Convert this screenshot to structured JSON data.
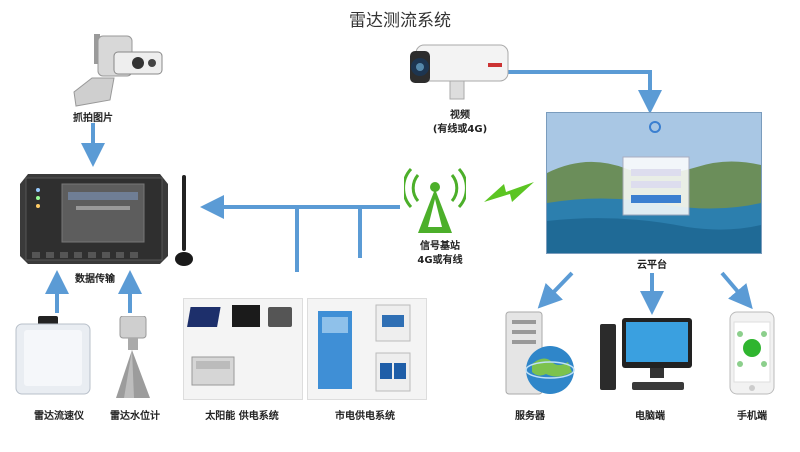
{
  "title": "雷达测流系统",
  "labels": {
    "snapshot": "抓拍图片",
    "video_line1": "视频",
    "video_line2": "(有线或4G)",
    "base_station_line1": "信号基站",
    "base_station_line2": "4G或有线",
    "data_transfer": "数据传输",
    "cloud_platform": "云平台",
    "radar_velocity": "雷达流速仪",
    "radar_level": "雷达水位计",
    "solar_power": "太阳能 供电系统",
    "mains_power": "市电供电系统",
    "server": "服务器",
    "pc": "电脑端",
    "mobile": "手机端"
  },
  "icons": {
    "snapshot_camera": "ptz-camera-icon",
    "video_camera": "bullet-camera-icon",
    "signal_tower": "cell-tower-icon",
    "wireless": "lightning-bolt-icon",
    "rtu": "data-terminal-icon",
    "antenna": "antenna-icon",
    "velocity_meter": "radar-velocity-icon",
    "level_meter": "radar-level-icon",
    "server": "server-globe-icon",
    "pc": "desktop-pc-icon",
    "mobile": "smartphone-icon"
  },
  "colors": {
    "arrow": "#5b9bd5",
    "tower_green": "#4caf2a",
    "bolt_green": "#5cc522"
  }
}
